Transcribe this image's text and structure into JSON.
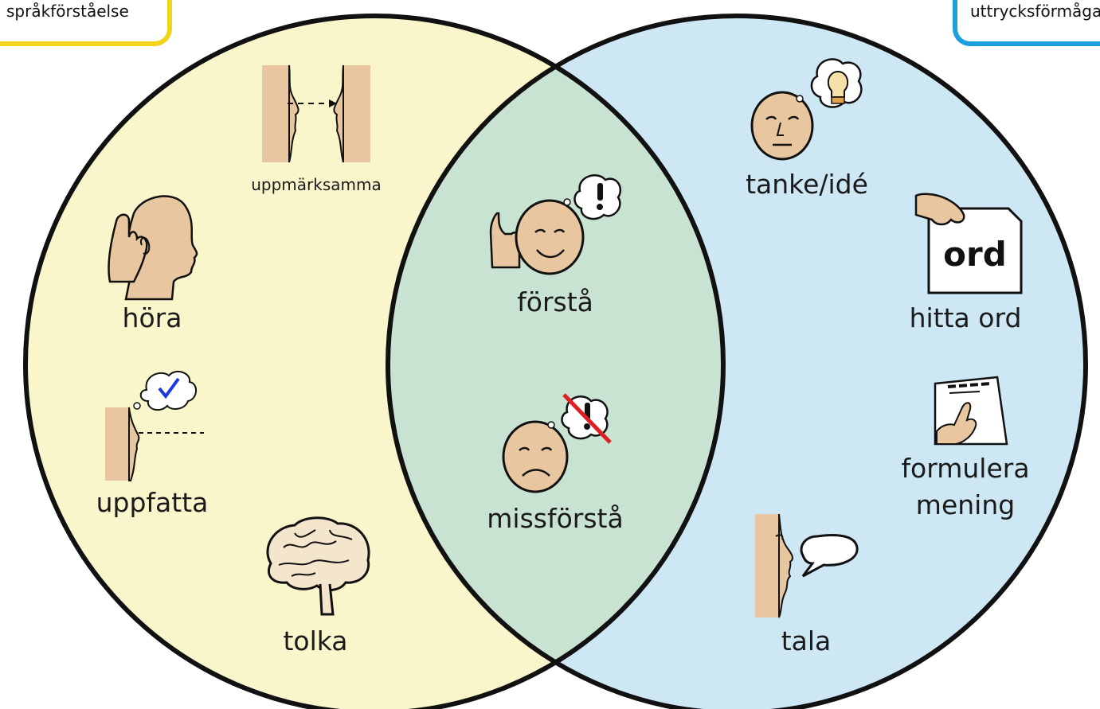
{
  "header": {
    "left_label": "språkförståelse",
    "right_label": "uttrycksförmåga"
  },
  "colors": {
    "left_fill": "#faf6cb",
    "right_fill": "#cde7f5",
    "overlap_fill": "#c9e3d3",
    "outline": "#111111",
    "left_accent": "#f2d21b",
    "right_accent": "#1aa0dc",
    "skin": "#e8c7a0",
    "cross_red": "#e02020",
    "check_blue": "#1a3ae0"
  },
  "left_only": {
    "uppmarksamma": {
      "label": "uppmärksamma",
      "icon": "two-faces-attention-icon"
    },
    "hora": {
      "label": "höra",
      "icon": "hand-to-ear-icon"
    },
    "uppfatta": {
      "label": "uppfatta",
      "icon": "head-thought-check-icon"
    },
    "tolka": {
      "label": "tolka",
      "icon": "brain-icon"
    }
  },
  "overlap": {
    "forsta": {
      "label": "förstå",
      "icon": "smiling-face-exclamation-icon"
    },
    "missforsta": {
      "label": "missförstå",
      "icon": "sad-face-crossed-exclamation-icon"
    }
  },
  "right_only": {
    "tanke": {
      "label": "tanke/idé",
      "icon": "face-lightbulb-thought-icon"
    },
    "hitta": {
      "label": "hitta ord",
      "icon": "hand-holding-word-card-icon",
      "card_text": "ord"
    },
    "formulera": {
      "label_line1": "formulera",
      "label_line2": "mening",
      "icon": "finger-pointing-page-icon"
    },
    "tala": {
      "label": "tala",
      "icon": "face-speech-bubble-icon"
    }
  }
}
